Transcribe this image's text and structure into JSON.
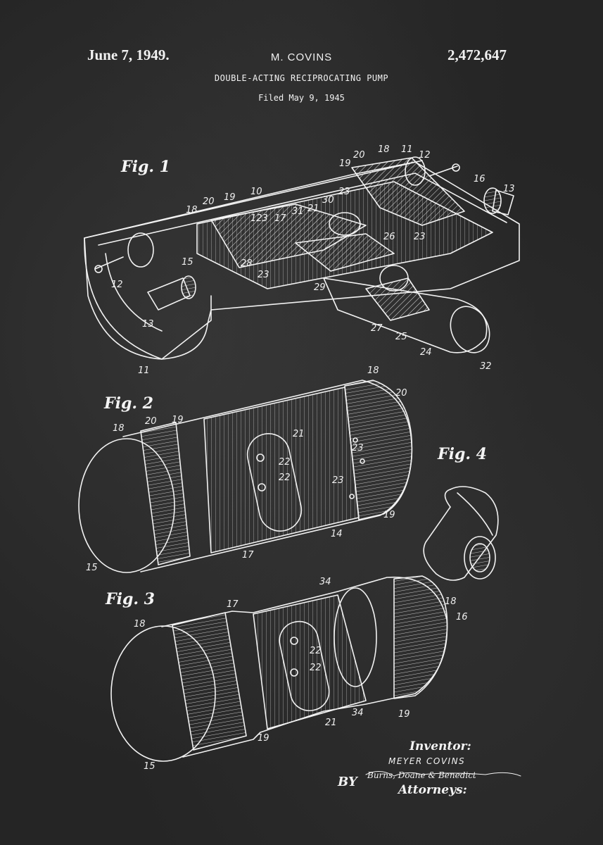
{
  "header": {
    "date": "June 7, 1949.",
    "inventor": "M. COVINS",
    "patent_number": "2,472,647",
    "title": "DOUBLE-ACTING RECIPROCATING PUMP",
    "filed": "Filed May 9, 1945"
  },
  "figures": {
    "fig1": "Fig. 1",
    "fig2": "Fig. 2",
    "fig3": "Fig. 3",
    "fig4": "Fig. 4"
  },
  "refs": {
    "fig1": [
      "20",
      "18",
      "11",
      "12",
      "19",
      "16",
      "13",
      "10",
      "23",
      "21",
      "30",
      "20",
      "19",
      "18",
      "17",
      "31",
      "123",
      "26",
      "23",
      "15",
      "28",
      "23",
      "29",
      "12",
      "13",
      "27",
      "25",
      "24",
      "32",
      "11"
    ],
    "fig2": [
      "18",
      "20",
      "20",
      "19",
      "18",
      "21",
      "22",
      "22",
      "23",
      "23",
      "19",
      "14",
      "17",
      "15"
    ],
    "fig3": [
      "34",
      "17",
      "18",
      "16",
      "18",
      "22",
      "22",
      "21",
      "34",
      "19",
      "19",
      "15"
    ]
  },
  "signature": {
    "inventor_heading": "Inventor:",
    "inventor_name": "MEYER COVINS",
    "by": "BY",
    "firm": "Burns, Doane & Benedict",
    "attorneys": "Attorneys:"
  },
  "colors": {
    "background": "#262626",
    "ink": "#f2f2f2"
  }
}
